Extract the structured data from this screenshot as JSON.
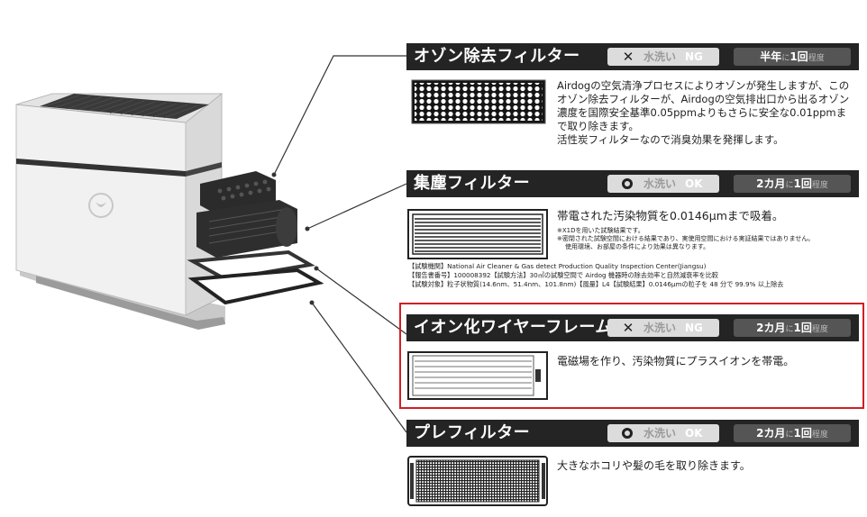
{
  "sections": [
    {
      "title": "オゾン除去フィルター",
      "wash": {
        "mark": "✕",
        "label": "水洗い",
        "result": "NG",
        "mark_icon": "cross-icon"
      },
      "period": {
        "pre": "半年",
        "mid": "に",
        "count": "1回",
        "post": "程度"
      },
      "description": [
        "Airdogの空気清浄プロセスによりオゾンが発生しますが、この",
        "オゾン除去フィルターが、Airdogの空気排出口から出るオゾン",
        "濃度を国際安全基準0.05ppmよりもさらに安全な0.01ppmま",
        "で取り除きます。",
        "活性炭フィルターなので消臭効果を発揮します。"
      ]
    },
    {
      "title": "集塵フィルター",
      "wash": {
        "mark": "",
        "label": "水洗い",
        "result": "OK",
        "mark_icon": "circle-icon"
      },
      "period": {
        "pre": "2カ月",
        "mid": "に",
        "count": "1回",
        "post": "程度"
      },
      "description": [
        "帯電された汚染物質を0.0146μmまで吸着。"
      ],
      "notes": [
        "※X1Dを用いた試験結果です。",
        "※密閉された試験空間における結果であり、実使用空間における実証結果ではありません。",
        "使用環境、お部屋の条件により効果は異なります。"
      ],
      "test": [
        "【試験機関】National Air Cleaner & Gas detect Production Quality Inspection Center(Jiangsu)",
        "【報告書番号】100008392【試験方法】30㎥の試験空間で Airdog 機器時の除去効率と自然減衰率を比較",
        "【試験対象】粒子状物質(14.6nm、51.4nm、101.8nm)【風量】L4【試験結果】0.0146μmの粒子を 48 分で 99.9% 以上除去"
      ]
    },
    {
      "title": "イオン化ワイヤーフレーム",
      "wash": {
        "mark": "✕",
        "label": "水洗い",
        "result": "NG",
        "mark_icon": "cross-icon"
      },
      "period": {
        "pre": "2カ月",
        "mid": "に",
        "count": "1回",
        "post": "程度"
      },
      "description": [
        "電磁場を作り、汚染物質にプラスイオンを帯電。"
      ]
    },
    {
      "title": "プレフィルター",
      "wash": {
        "mark": "",
        "label": "水洗い",
        "result": "OK",
        "mark_icon": "circle-icon"
      },
      "period": {
        "pre": "2カ月",
        "mid": "に",
        "count": "1回",
        "post": "程度"
      },
      "description": [
        "大きなホコリや髪の毛を取り除きます。"
      ]
    }
  ],
  "colors": {
    "header_bg": "#242424",
    "wash_bg": "#dcdcdc",
    "period_bg": "#555555",
    "highlight": "#d01f26"
  }
}
